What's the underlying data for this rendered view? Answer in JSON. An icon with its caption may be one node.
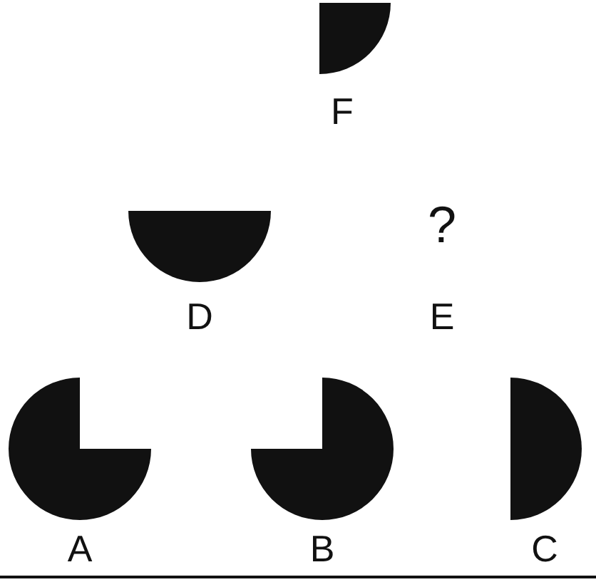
{
  "diagram": {
    "nodes": [
      {
        "text": [
          "F"
        ]
      },
      {
        "text": [
          "D"
        ]
      },
      {
        "text": [
          "?",
          "E"
        ]
      },
      {
        "text": [
          "A"
        ]
      },
      {
        "text": [
          "B"
        ]
      },
      {
        "text": [
          "C"
        ]
      }
    ]
  }
}
